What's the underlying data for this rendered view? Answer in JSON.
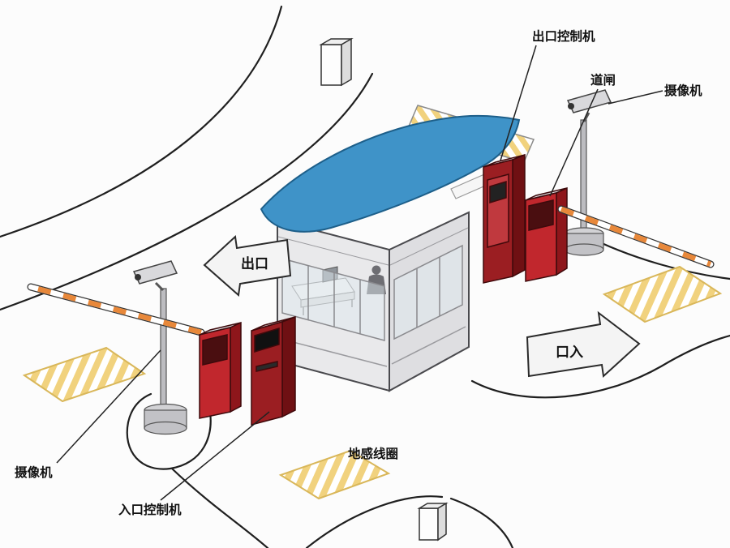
{
  "diagram": {
    "background": "#fcfcfc",
    "labels": {
      "exit_controller": "出口控制机",
      "barrier_gate": "道闸",
      "camera_right": "摄像机",
      "camera_left": "摄像机",
      "entrance_controller": "入口控制机",
      "ground_loop": "地感线圈"
    },
    "signs": {
      "exit": "出口",
      "entrance": "口入"
    },
    "colors": {
      "canopy_blue": "#3f93c8",
      "machine_red": "#c1272d",
      "machine_dark_red": "#9b1e22",
      "stripe_yellow": "#f1d27e",
      "arm_orange": "#e8883a",
      "road_line": "#1f1f1f",
      "metal_gray": "#c2c2c6"
    }
  }
}
